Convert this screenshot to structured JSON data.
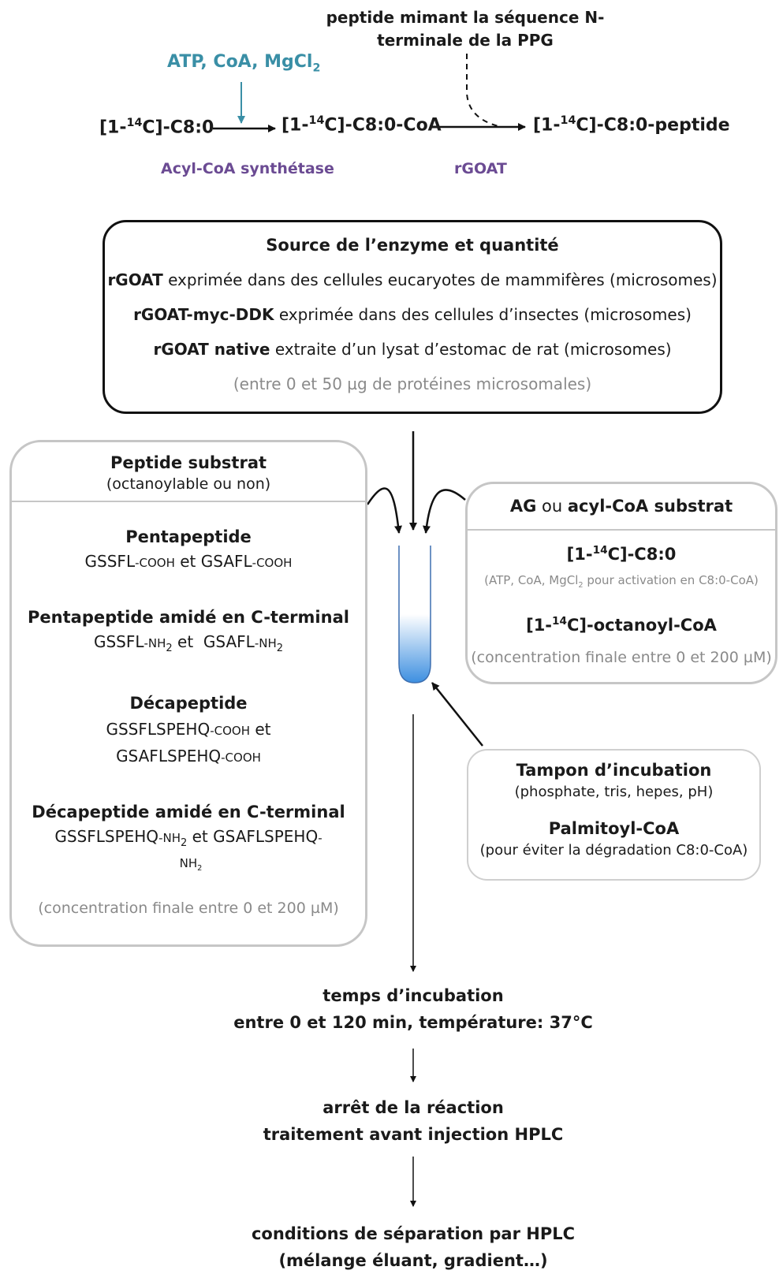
{
  "reaction": {
    "top_peptide_line1": "peptide mimant la séquence N-",
    "top_peptide_line2": "terminale de la PPG",
    "cofactors": "ATP, CoA, MgCl",
    "cofactors_sub": "2",
    "substrate_prefix": "[1-",
    "isotope_sup": "14",
    "substrate_suffix": "C]-C8:0",
    "intermediate_suffix": "C]-C8:0-CoA",
    "product_suffix": "C]-C8:0-peptide",
    "enzyme1": "Acyl-CoA synthétase",
    "enzyme2": "rGOAT"
  },
  "enzyme_box": {
    "title": "Source de l’enzyme et quantité",
    "rows": [
      {
        "bold": "rGOAT",
        "text": " exprimée dans des cellules eucaryotes de mammifères (microsomes)"
      },
      {
        "bold": "rGOAT-myc-DDK",
        "text": " exprimée dans des cellules d’insectes (microsomes)"
      },
      {
        "bold": "rGOAT native",
        "text": " extraite d’un lysat d’estomac de rat (microsomes)"
      }
    ],
    "note": "(entre 0 et 50 µg de protéines microsomales)"
  },
  "peptide_box": {
    "title": "Peptide substrat",
    "subtitle": "(octanoylable ou non)",
    "groups": [
      {
        "title": "Pentapeptide",
        "a": "GSSFL",
        "a_sfx": "-COOH",
        "join": " et ",
        "b": "GSAFL",
        "b_sfx": "-COOH"
      },
      {
        "title": "Pentapeptide amidé en C-terminal",
        "a": "GSSFL",
        "a_sfx": "-NH",
        "join": " et  ",
        "b": "GSAFL",
        "b_sfx": "-NH"
      },
      {
        "title": "Décapeptide",
        "a": "GSSFLSPEHQ",
        "a_sfx": "-COOH",
        "join": " et",
        "b": "GSAFLSPEHQ",
        "b_sfx": "-COOH"
      },
      {
        "title": "Décapeptide amidé en C-terminal",
        "a": "GSSFLSPEHQ",
        "a_sfx": "-NH",
        "join": " et ",
        "b": "GSAFLSPEHQ",
        "b_sfx": "-",
        "b_sfx2": "NH"
      }
    ],
    "nh2_sub": "2",
    "note": "(concentration finale entre 0 et 200 µM)"
  },
  "acyl_box": {
    "title_a": "AG",
    "title_mid": " ou ",
    "title_b": "acyl-CoA substrat",
    "item1_prefix": "[1-",
    "item1_sup": "14",
    "item1_suffix": "C]-C8:0",
    "item1_note_a": "(ATP, CoA, MgCl",
    "item1_note_sub": "2",
    "item1_note_b": " pour activation en C8:0-CoA)",
    "item2_prefix": "[1-",
    "item2_sup": "14",
    "item2_suffix": "C]-octanoyl-CoA",
    "note": "(concentration finale entre 0 et 200 µM)"
  },
  "buffer_box": {
    "title": "Tampon d’incubation",
    "subtitle": "(phosphate, tris, hepes, pH)",
    "title2": "Palmitoyl-CoA",
    "subtitle2": "(pour éviter la dégradation C8:0-CoA)"
  },
  "steps": [
    {
      "line1": "temps d’incubation",
      "line2": "entre 0 et 120 min, température: 37°C"
    },
    {
      "line1": "arrêt de la réaction",
      "line2": "traitement avant injection HPLC"
    },
    {
      "line1": "conditions de séparation par HPLC",
      "line2": "(mélange éluant, gradient…)"
    }
  ],
  "colors": {
    "teal": "#3a8fa6",
    "purple": "#6b4b93",
    "grey_text": "#8a8a8a",
    "tube_blue": "#3d8fe0"
  }
}
